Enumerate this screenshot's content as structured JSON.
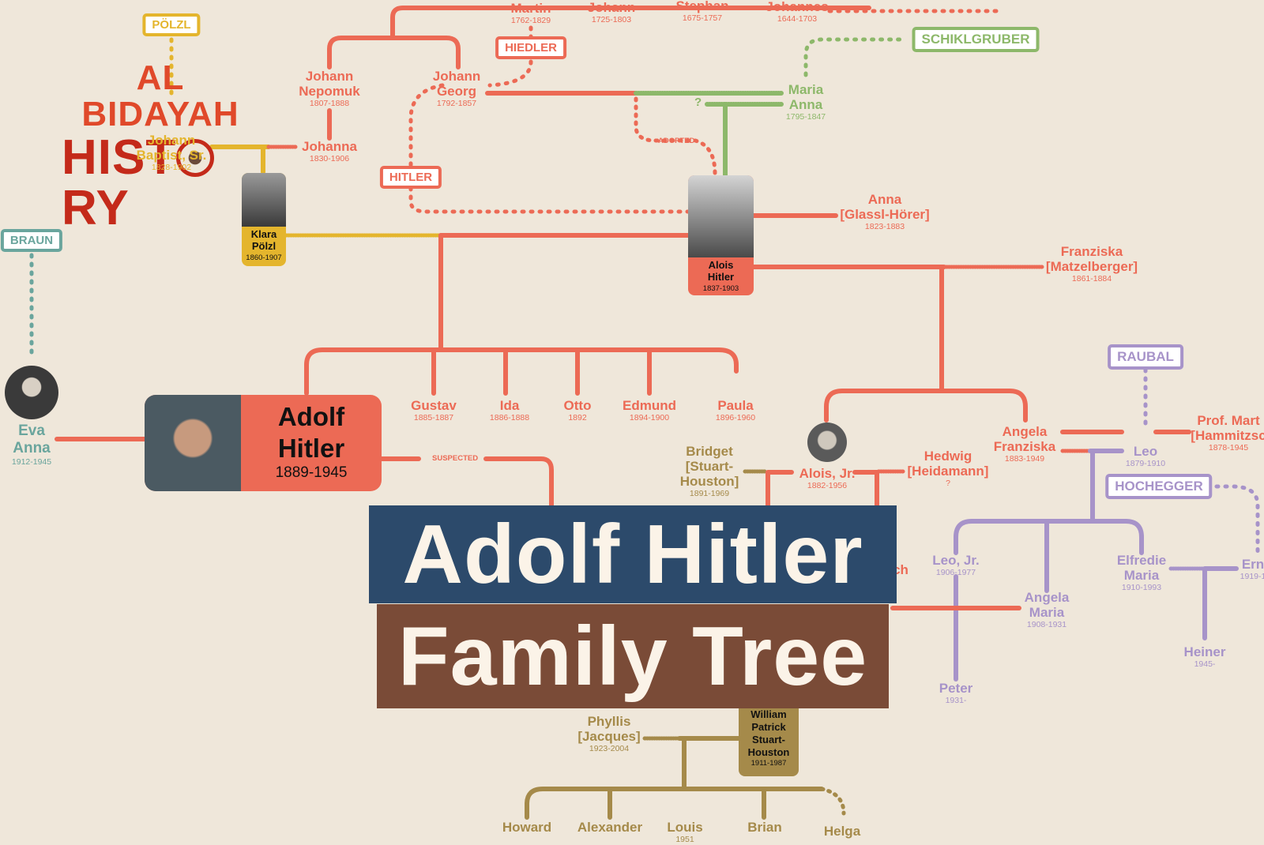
{
  "headline": {
    "line1": "Adolf Hitler",
    "line2": "Family Tree"
  },
  "logo": {
    "line1": "AL BIDAYAH",
    "line2": "HIST",
    "line3": "RY"
  },
  "colors": {
    "hitler": "#ec6a55",
    "braun": "#6aa59d",
    "polzl": "#e4b52d",
    "schicklgruber": "#8db86a",
    "raubal": "#a793c9",
    "stuart": "#a58a4a",
    "background": "#efe7da"
  },
  "family_tags": {
    "polzl": "PÖLZL",
    "hiedler": "HIEDLER",
    "hitler": "HITLER",
    "schicklgruber": "SCHIKLGRUBER",
    "braun": "BRAUN",
    "raubal": "RAUBAL",
    "hochegger": "HOCHEGGER"
  },
  "line_labels": {
    "adopted": "ADOPTED",
    "suspected": "SUSPECTED",
    "question": "?"
  },
  "people": {
    "martin": {
      "name": "Martin",
      "years": "1762-1829"
    },
    "johann_top": {
      "name": "Johann",
      "years": "1725-1803"
    },
    "stephan": {
      "name": "Stephan",
      "years": "1675-1757"
    },
    "johannes": {
      "name": "Johannes",
      "years": "1644-1703"
    },
    "johann_nepomuk": {
      "name": "Johann\nNepomuk",
      "years": "1807-1888"
    },
    "johann_georg": {
      "name": "Johann\nGeorg",
      "years": "1792-1857"
    },
    "maria_anna": {
      "name": "Maria\nAnna",
      "years": "1795-1847"
    },
    "johanna": {
      "name": "Johanna",
      "years": "1830-1906"
    },
    "johann_baptist": {
      "name": "Johann\nBaptist, Sr.",
      "years": "1828-1902"
    },
    "klara": {
      "name": "Klara\nPölzl",
      "years": "1860-1907"
    },
    "alois": {
      "name": "Alois\nHitler",
      "years": "1837-1903"
    },
    "anna_glassl": {
      "name": "Anna\n[Glassl-Hörer]",
      "years": "1823-1883"
    },
    "franziska": {
      "name": "Franziska\n[Matzelberger]",
      "years": "1861-1884"
    },
    "eva": {
      "name": "Eva\nAnna",
      "years": "1912-1945"
    },
    "adolf": {
      "name": "Adolf\nHitler",
      "years": "1889-1945"
    },
    "gustav": {
      "name": "Gustav",
      "years": "1885-1887"
    },
    "ida": {
      "name": "Ida",
      "years": "1886-1888"
    },
    "otto": {
      "name": "Otto",
      "years": "1892"
    },
    "edmund": {
      "name": "Edmund",
      "years": "1894-1900"
    },
    "paula": {
      "name": "Paula",
      "years": "1896-1960"
    },
    "bridget": {
      "name": "Bridget\n[Stuart-\nHouston]",
      "years": "1891-1969"
    },
    "alois_jr": {
      "name": "Alois, Jr.",
      "years": "1882-1956"
    },
    "hedwig": {
      "name": "Hedwig\n[Heidamann]",
      "years": "?"
    },
    "angela": {
      "name": "Angela\nFranziska",
      "years": "1883-1949"
    },
    "leo": {
      "name": "Leo",
      "years": "1879-1910"
    },
    "prof_martin": {
      "name": "Prof. Mart\n[Hammitzsc",
      "years": "1878-1945"
    },
    "leo_jr": {
      "name": "Leo, Jr.",
      "years": "1906-1977"
    },
    "angela_maria": {
      "name": "Angela\nMaria",
      "years": "1908-1931"
    },
    "elfriede": {
      "name": "Elfredie\nMaria",
      "years": "1910-1993"
    },
    "ern": {
      "name": "Ern",
      "years": "1919-1"
    },
    "heiner": {
      "name": "Heiner",
      "years": "1945-"
    },
    "peter": {
      "name": "Peter",
      "years": "1931-"
    },
    "phyllis": {
      "name": "Phyllis\n[Jacques]",
      "years": "1923-2004"
    },
    "william": {
      "name": "William\nPatrick\nStuart-\nHouston",
      "years": "1911-1987"
    },
    "howard": {
      "name": "Howard",
      "years": ""
    },
    "alexander": {
      "name": "Alexander",
      "years": ""
    },
    "louis": {
      "name": "Louis",
      "years": "1951"
    },
    "brian": {
      "name": "Brian",
      "years": ""
    },
    "helga": {
      "name": "Helga",
      "years": ""
    },
    "partial_sch": {
      "name": "ch",
      "years": ""
    }
  }
}
